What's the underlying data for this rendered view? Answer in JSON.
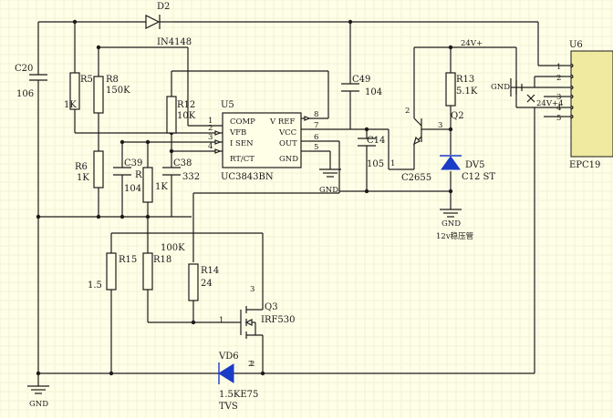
{
  "components": {
    "D2": {
      "ref": "D2",
      "value": "IN4148"
    },
    "C20": {
      "ref": "C20",
      "value": "106"
    },
    "R5": {
      "ref": "R5",
      "value": "1K"
    },
    "R8": {
      "ref": "R8",
      "value": "150K"
    },
    "R6": {
      "ref": "R6",
      "value": "1K"
    },
    "C39": {
      "ref": "C39",
      "value": "104"
    },
    "R": {
      "ref": "R",
      "value": "1K"
    },
    "C38": {
      "ref": "C38",
      "value": "332"
    },
    "R12": {
      "ref": "R12",
      "value": "10K"
    },
    "U5": {
      "ref": "U5",
      "value": "UC3843BN"
    },
    "C49": {
      "ref": "C49",
      "value": "104"
    },
    "C14": {
      "ref": "C14",
      "value": "105"
    },
    "Q2": {
      "ref": "Q2",
      "value": "C2655"
    },
    "R13": {
      "ref": "R13",
      "value": "5.1K"
    },
    "DV5": {
      "ref": "DV5",
      "value": "C12 ST",
      "note": "12v稳压管"
    },
    "U6": {
      "ref": "U6",
      "value": "EPC19"
    },
    "R15": {
      "ref": "R15",
      "value": "1.5"
    },
    "R18": {
      "ref": "R18",
      "value": "100K"
    },
    "R14": {
      "ref": "R14",
      "value": "24"
    },
    "Q3": {
      "ref": "Q3",
      "value": "IRF530"
    },
    "VD6": {
      "ref": "VD6",
      "value": "1.5KE75",
      "note": "TVS"
    }
  },
  "ic_pins": {
    "left": [
      {
        "num": "1",
        "name": "COMP"
      },
      {
        "num": "2",
        "name": "VFB"
      },
      {
        "num": "3",
        "name": "I SEN"
      },
      {
        "num": "4",
        "name": "RT/CT"
      }
    ],
    "right": [
      {
        "num": "8",
        "name": "V REF"
      },
      {
        "num": "7",
        "name": "VCC"
      },
      {
        "num": "6",
        "name": "OUT"
      },
      {
        "num": "5",
        "name": "GND"
      }
    ]
  },
  "connector_pins": [
    "1",
    "2",
    "3",
    "4",
    "5"
  ],
  "nets": {
    "gnd_top": "GND",
    "gnd_mid": "GND",
    "gnd_dv5": "GND",
    "gnd_bottom": "GND",
    "v24": "24V+",
    "v24_4": "24V+4"
  },
  "pin_numbers": {
    "q2_base": "2",
    "q2_emitter": "3",
    "q2_collector": "1",
    "q3_gate": "1",
    "q3_drain": "3",
    "q3_source": "2",
    "vd6_cathode": "2"
  },
  "colors": {
    "background": "#ffffe8",
    "wire": "#1a1a1a",
    "diode_fill": "#1a3cc7",
    "connector": "#f0e9a0"
  }
}
